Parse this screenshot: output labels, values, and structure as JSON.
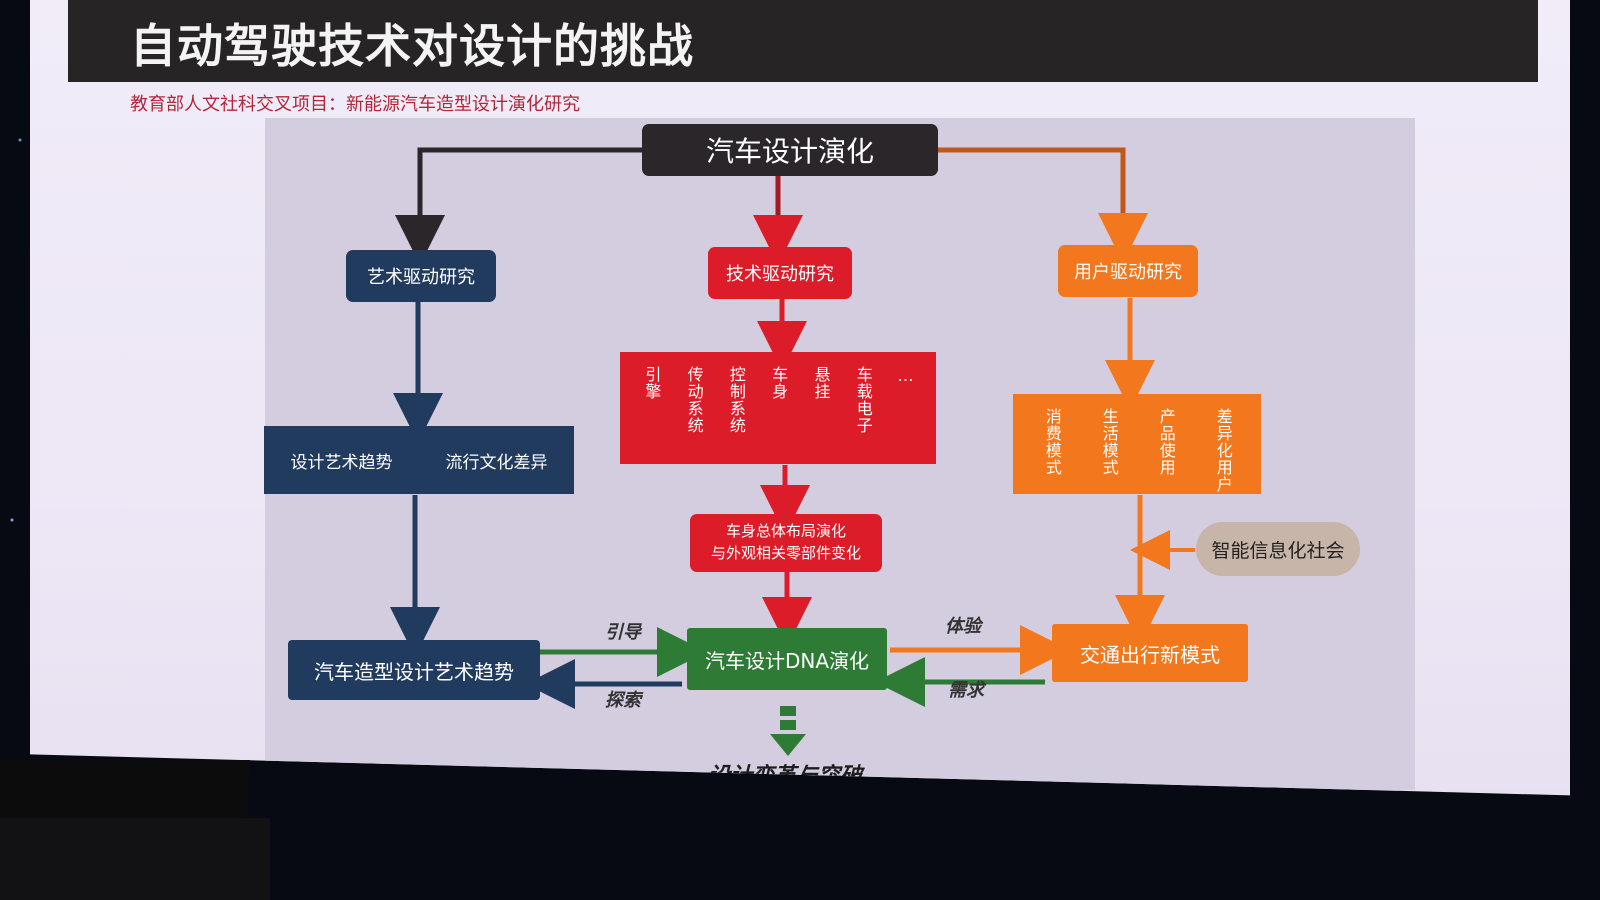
{
  "slide": {
    "title": "自动驾驶技术对设计的挑战",
    "subtitle": "教育部人文社科交叉项目：新能源汽车造型设计演化研究"
  },
  "diagram": {
    "root": "汽车设计演化",
    "art": {
      "title": "艺术驱动研究",
      "items": [
        "设计艺术趋势",
        "流行文化差异"
      ],
      "result": "汽车造型设计艺术趋势"
    },
    "tech": {
      "title": "技术驱动研究",
      "items": [
        "引擎",
        "传动系统",
        "控制系统",
        "车身",
        "悬挂",
        "车载电子",
        "…"
      ],
      "middle": [
        "车身总体布局演化",
        "与外观相关零部件变化"
      ]
    },
    "user": {
      "title": "用户驱动研究",
      "items": [
        "消费模式",
        "生活模式",
        "产品使用",
        "差异化用户"
      ],
      "side": "智能信息化社会",
      "result": "交通出行新模式"
    },
    "center": "汽车设计DNA演化",
    "output": "设计变革与突破",
    "edge_labels": {
      "guide": "引导",
      "explore": "探索",
      "experience": "体验",
      "demand": "需求"
    }
  },
  "colors": {
    "navy": "#213b5e",
    "red": "#dc1c28",
    "orange": "#f3771c",
    "green": "#2e7b35",
    "black": "#2a2629",
    "title_red": "#b2263a"
  }
}
